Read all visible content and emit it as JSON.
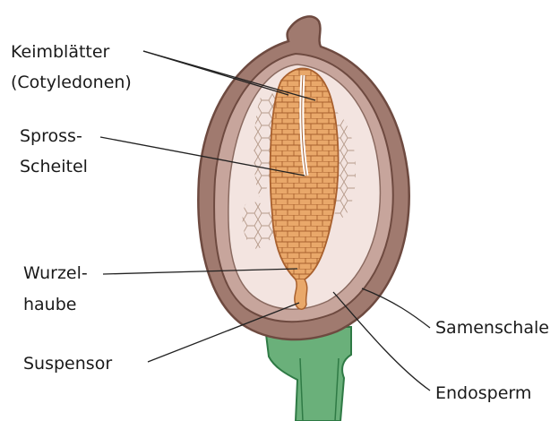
{
  "diagram": {
    "labels": {
      "cotyledons": [
        "Keimblätter",
        "(Cotyledonen)"
      ],
      "shoot_apex": [
        "Spross-",
        "Scheitel"
      ],
      "root_cap": [
        "Wurzel-",
        "haube"
      ],
      "suspensor": "Suspensor",
      "seed_coat": "Samenschale",
      "endosperm": "Endosperm"
    },
    "colors": {
      "seed_coat_fill": "#a07a6f",
      "seed_coat_dark": "#6e4a40",
      "inner_layer": "#c7a59c",
      "endosperm_fill": "#f3e4e0",
      "embryo_fill": "#e9a86a",
      "embryo_cell_lines": "#a8602e",
      "cell_net": "#b59a8a",
      "stalk_fill": "#6ab07a",
      "stalk_dark": "#2f7a45"
    }
  }
}
